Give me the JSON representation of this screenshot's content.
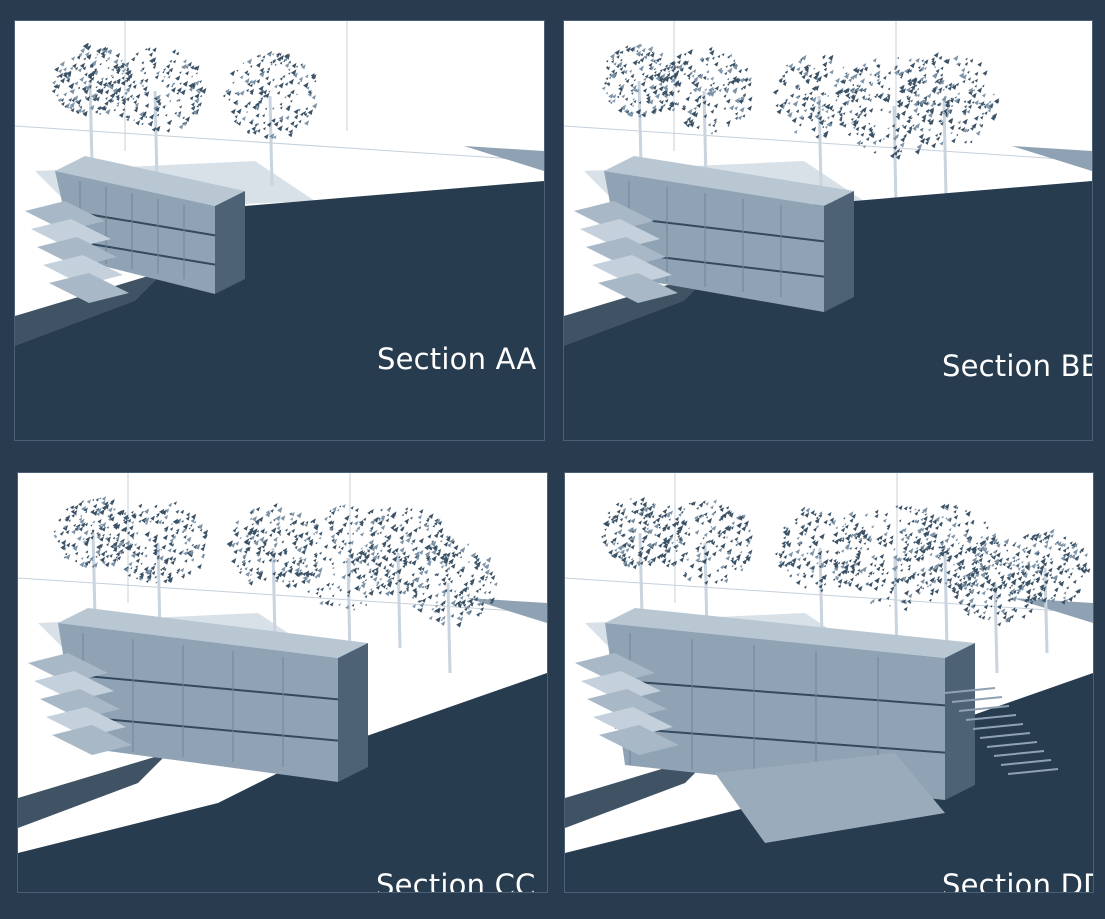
{
  "panels": [
    {
      "id": "aa",
      "label": "Section AA",
      "cut_depth": 1
    },
    {
      "id": "bb",
      "label": "Section BB",
      "cut_depth": 2
    },
    {
      "id": "cc",
      "label": "Section CC",
      "cut_depth": 3
    },
    {
      "id": "dd",
      "label": "Section DD",
      "cut_depth": 4
    }
  ],
  "colors": {
    "background": "#293c4f",
    "ground_cut": "#283c4f",
    "ground_shadow": "#3f5364",
    "building": "#8fa3b5",
    "building_dark": "#4d6275",
    "tree_foliage": "#3b5266",
    "sky": "#ffffff"
  }
}
